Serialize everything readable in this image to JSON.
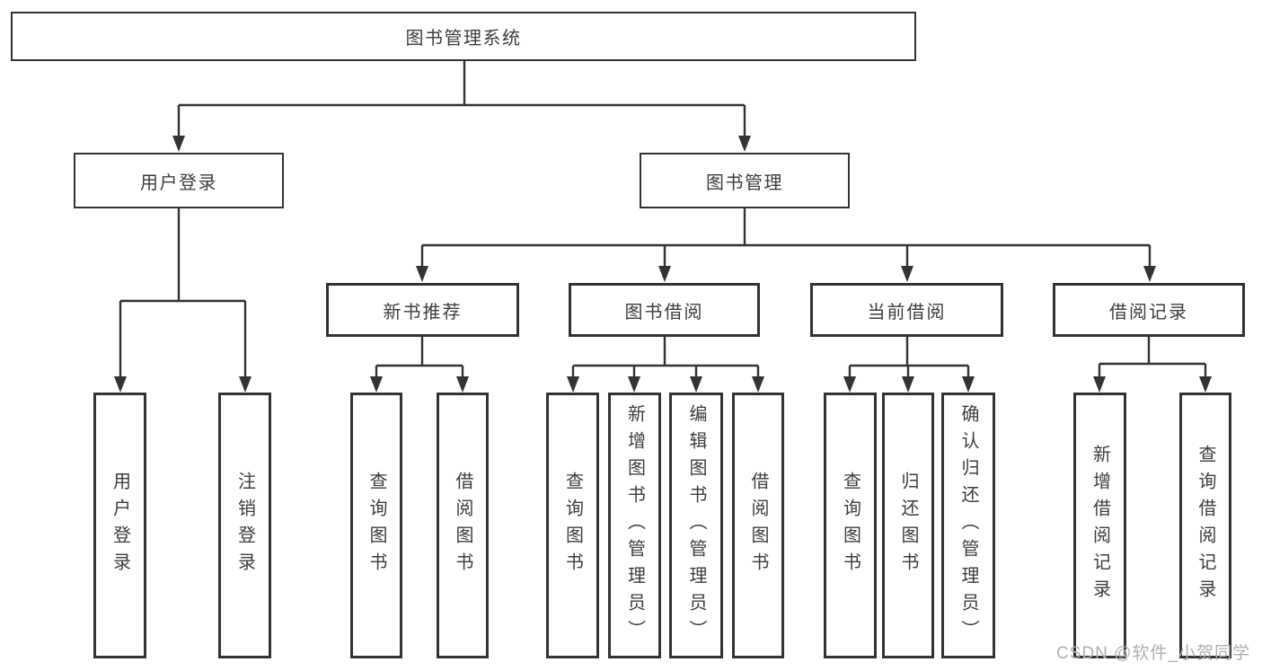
{
  "title": "图书管理系统",
  "watermark": "CSDN @软件_小贺同学",
  "colors": {
    "line": "#333333",
    "border": "#333333",
    "text": "#3d3d3d",
    "watermark": "#b0b0b0"
  },
  "nodes": {
    "root": "图书管理系统",
    "userLogin": "用户登录",
    "bookManagement": "图书管理",
    "login": "用户登录",
    "logout": "注销登录",
    "newBookRecommend": "新书推荐",
    "bookBorrow": "图书借阅",
    "currentBorrow": "当前借阅",
    "borrowRecords": "借阅记录",
    "recQueryBook": "查询图书",
    "recBorrowBook": "借阅图书",
    "bbQueryBook": "查询图书",
    "bbAddBook": "新增图书（管理员）",
    "bbEditBook": "编辑图书（管理员）",
    "bbBorrowBook": "借阅图书",
    "cbQueryBook": "查询图书",
    "cbReturnBook": "归还图书",
    "cbConfirmReturn": "确认归还（管理员）",
    "brAddRecord": "新增借阅记录",
    "brQueryRecord": "查询借阅记录"
  }
}
